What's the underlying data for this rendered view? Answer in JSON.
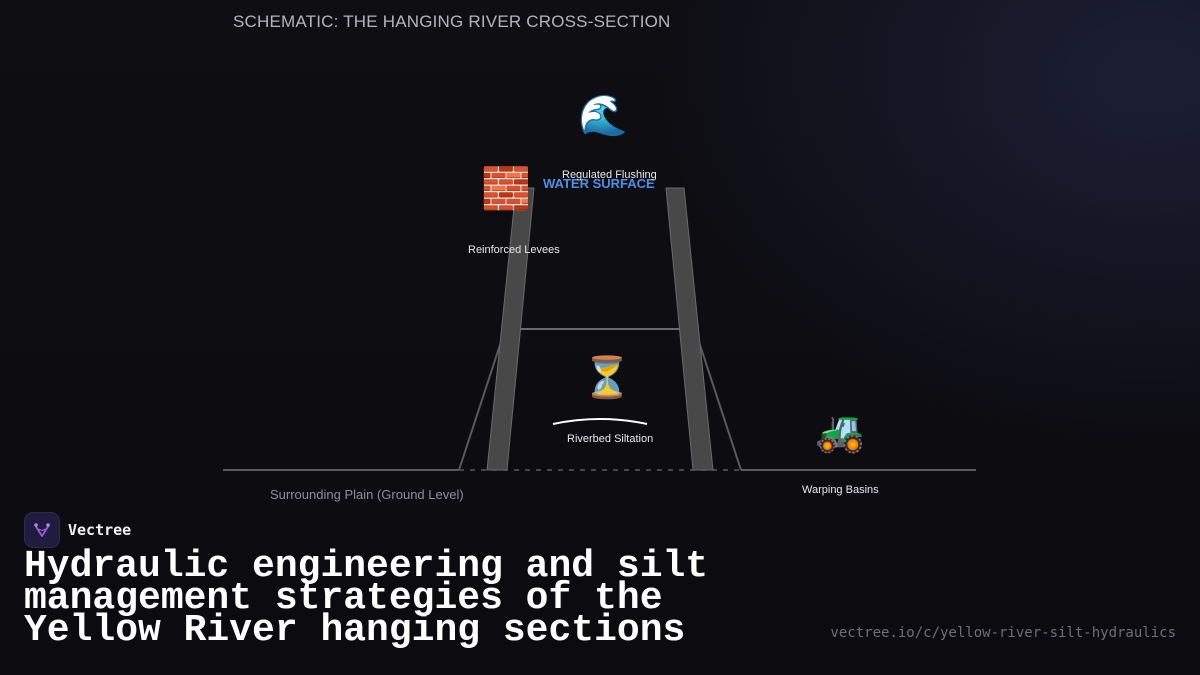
{
  "diagram": {
    "title": "SCHEMATIC: THE HANGING RIVER CROSS-SECTION",
    "water_surface_label": "WATER SURFACE",
    "ground_label": "Surrounding Plain (Ground Level)",
    "elements": [
      {
        "id": "flushing",
        "icon": "water-wave-icon",
        "glyph": "🌊",
        "label": "Regulated Flushing"
      },
      {
        "id": "levees",
        "icon": "brick-wall-icon",
        "glyph": "🧱",
        "label": "Reinforced Levees"
      },
      {
        "id": "siltation",
        "icon": "hourglass-icon",
        "glyph": "⏳",
        "label": "Riverbed Siltation"
      },
      {
        "id": "warping",
        "icon": "tractor-icon",
        "glyph": "🚜",
        "label": "Warping Basins"
      }
    ]
  },
  "brand": {
    "name": "Vectree",
    "logo_icon": "vectree-logo-icon",
    "accent": "#a05bd6"
  },
  "headline": "Hydraulic engineering and silt management strategies of the Yellow River hanging sections",
  "url": "vectree.io/c/yellow-river-silt-hydraulics",
  "colors": {
    "background": "#0e0e13",
    "water_label": "#4f8fe6",
    "levee_fill": "#484848",
    "line": "#5a5a5e"
  }
}
